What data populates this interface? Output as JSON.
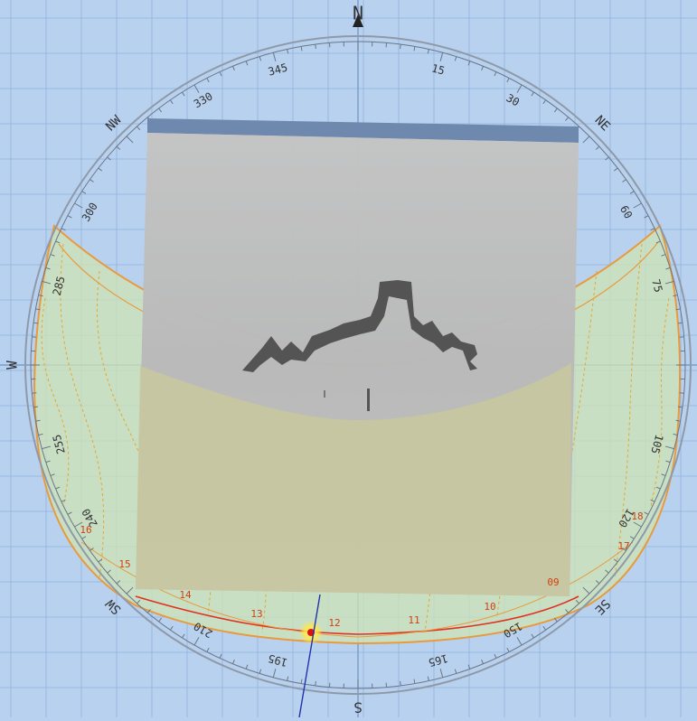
{
  "compass": {
    "north": "N",
    "south": "S",
    "west": "W",
    "northeast": "NE",
    "northwest": "NW",
    "southeast": "SE",
    "southwest": "SW",
    "bearings": [
      "15",
      "30",
      "60",
      "75",
      "105",
      "120",
      "150",
      "165",
      "195",
      "210",
      "240",
      "255",
      "285",
      "300",
      "330",
      "345"
    ]
  },
  "sun_path": {
    "hour_labels": [
      "09",
      "10",
      "11",
      "12",
      "13",
      "14",
      "15",
      "16",
      "17",
      "18"
    ],
    "current_sun": {
      "label": "sun-position",
      "color": "#ff2200"
    }
  },
  "colors": {
    "sky_grid": "#b8d1ee",
    "grid_line": "#7aa3d6",
    "terrain": "#bdbdbd",
    "sunpath_fill": "#cfe3b5",
    "sunpath_line": "#f0a040",
    "analemma": "#e8a52a",
    "needle": "#2233aa"
  }
}
